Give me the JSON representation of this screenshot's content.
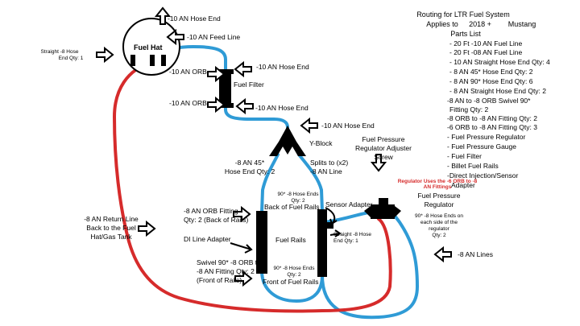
{
  "header": {
    "title_line1": "Routing for LTR Fuel System",
    "title_line2": "Applies to",
    "title_year": "2018 +",
    "title_model": "Mustang",
    "title_line3": "Parts List"
  },
  "parts_list": [
    "- 20 Ft -10 AN Fuel Line",
    "- 20 Ft -08 AN Fuel Line",
    "- 10 AN Straight Hose End Qty: 4",
    "- 8 AN 45* Hose End Qty: 2",
    "- 8 AN 90* Hose End Qty: 6",
    "- 8 AN Straight Hose End Qty: 2",
    "-8 AN to -8 ORB Swivel 90*",
    "Fitting Qty: 2",
    "-8 ORB to -8 AN Fitting Qty: 2",
    "-6 ORB to -8 AN Fitting Qty: 3",
    "- Fuel Pressure Regulator",
    "- Fuel Pressure Gauge",
    "- Fuel Filter",
    "- Billet Fuel Rails",
    "-Direct Injection/Sensor",
    "Adapter"
  ],
  "labels": {
    "fuel_hat": "Fuel Hat",
    "hose_end_top": "-10 AN Hose End",
    "feed_line": "-10 AN Feed Line",
    "straight_hose_1": "Straight -8 Hose",
    "straight_hose_2": "End Qty: 1",
    "hose_end_mid": "-10 AN Hose End",
    "orb_top": "-10 AN ORB",
    "fuel_filter": "Fuel Filter",
    "orb_bottom": "-10 AN ORB",
    "hose_end_filter_bottom": "-10 AN Hose End",
    "hose_end_yblock": "-10 AN Hose End",
    "yblock": "Y-Block",
    "fpr_adjuster_1": "Fuel Pressure",
    "fpr_adjuster_2": "Regulator Adjuster",
    "fpr_adjuster_3": "Screw",
    "an45_1": "-8 AN 45*",
    "an45_2": "Hose End Qty: 2",
    "splits_1": "Splits to (x2)",
    "splits_2": "-8 AN Line",
    "reg_note_1": "Regulator Uses the -6 ORB to -8",
    "reg_note_2": "AN Fittings",
    "fpr_1": "Fuel Pressure",
    "fpr_2": "Regulator",
    "hose90_top_1": "90* -8 Hose Ends",
    "hose90_top_2": "Qty: 2",
    "back_rails": "Back of Fuel Rails",
    "sensor_adapter": "Sensor Adapter",
    "orb_fitting_1": "-8 AN ORB Fitting",
    "orb_fitting_2": "Qty: 2 (Back of Rails)",
    "hose90_side_1": "90* -8 Hose Ends on",
    "hose90_side_2": "each side of the",
    "hose90_side_3": "regulator",
    "hose90_side_4": "Qty: 2",
    "return_1": "-8 AN Return Line",
    "return_2": "Back to the Fuel",
    "return_3": "Hat/Gas Tank",
    "fuel_rails": "Fuel Rails",
    "di_adapter": "DI Line Adapter",
    "straight8_1": "Straight -8 Hose",
    "straight8_2": "End Qty: 1",
    "an8_lines": "-8 AN Lines",
    "swivel_1": "Swivel 90* -8 ORB to",
    "swivel_2": "-8 AN Fitting Qty: 2",
    "swivel_3": "(Front of Rails)",
    "hose90_front_1": "90* -8 Hose Ends",
    "hose90_front_2": "Qty: 2",
    "front_rails": "Front of Fuel Rails"
  },
  "colors": {
    "feed_line": "#2f9bd6",
    "return_line": "#d62b2b",
    "ink": "#000000",
    "note": "#d62b2b"
  },
  "icons": {
    "pointer": "hollow-arrow-icon",
    "small_pointer": "small-arrow-icon"
  }
}
